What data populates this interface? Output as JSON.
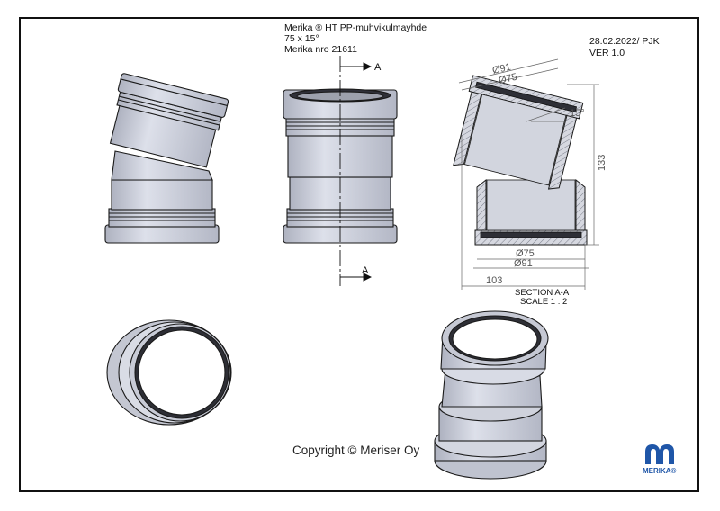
{
  "title_block": {
    "line1": "Merika ® HT PP-muhvikulmayhde",
    "line2": "75 x 15°",
    "line3": "Merika nro  21611"
  },
  "revision": {
    "date": "28.02.2022/ PJK",
    "version": "VER 1.0"
  },
  "section_marks": {
    "top": "A",
    "bottom": "A"
  },
  "section_view": {
    "title": "SECTION A-A",
    "scale": "SCALE 1 : 2",
    "dim_outer_top": "Ø91",
    "dim_inner_top": "Ø75",
    "dim_angle": "15°",
    "dim_height": "133",
    "dim_inner_bottom": "Ø75",
    "dim_outer_bottom": "Ø91",
    "dim_width": "103"
  },
  "copyright": "Copyright © Meriser Oy",
  "logo": {
    "text": "MERIKA®",
    "color": "#1f56a8"
  },
  "colors": {
    "part_fill": "#c9ccd6",
    "part_light": "#e4e6ee",
    "outline": "#1a1a1a",
    "seal": "#3a3a3a",
    "dimension": "#555555"
  }
}
